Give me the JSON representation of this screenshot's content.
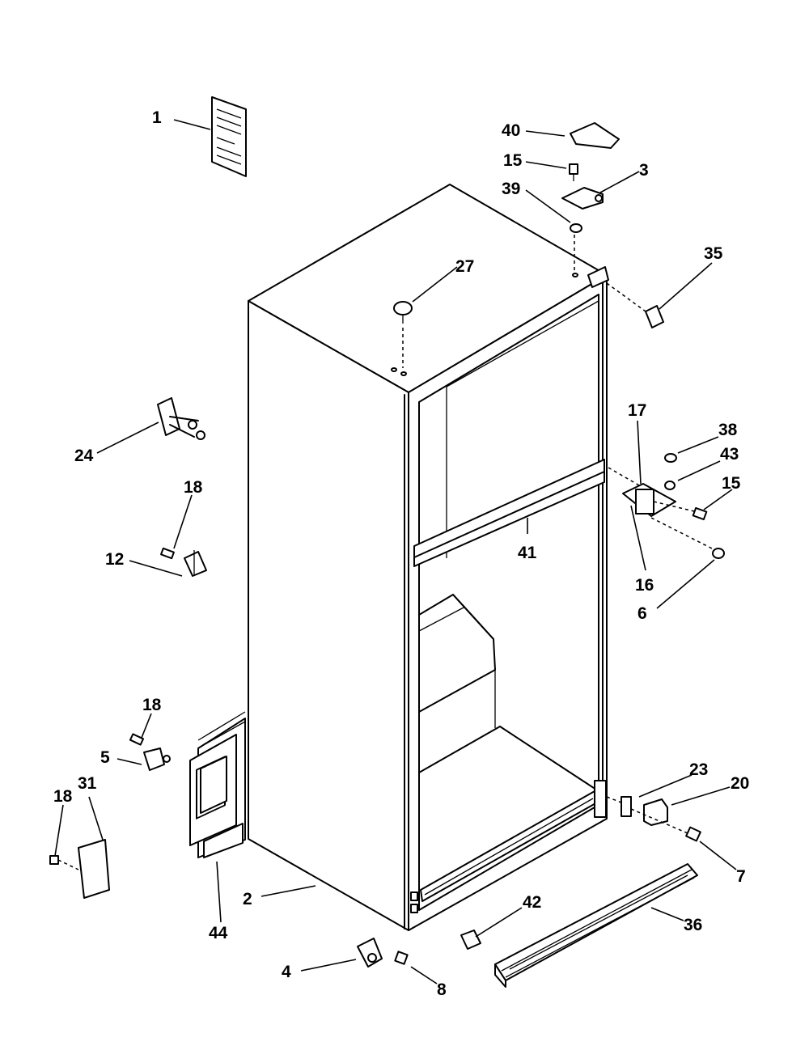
{
  "diagram": {
    "colors": {
      "ink": "#000000",
      "paper": "#ffffff"
    },
    "callouts": [
      {
        "id": "c1",
        "text": "1"
      },
      {
        "id": "c40",
        "text": "40"
      },
      {
        "id": "c15a",
        "text": "15"
      },
      {
        "id": "c3",
        "text": "3"
      },
      {
        "id": "c39",
        "text": "39"
      },
      {
        "id": "c27",
        "text": "27"
      },
      {
        "id": "c35",
        "text": "35"
      },
      {
        "id": "c24",
        "text": "24"
      },
      {
        "id": "c17",
        "text": "17"
      },
      {
        "id": "c38",
        "text": "38"
      },
      {
        "id": "c43",
        "text": "43"
      },
      {
        "id": "c15b",
        "text": "15"
      },
      {
        "id": "c18a",
        "text": "18"
      },
      {
        "id": "c12",
        "text": "12"
      },
      {
        "id": "c41",
        "text": "41"
      },
      {
        "id": "c16",
        "text": "16"
      },
      {
        "id": "c6",
        "text": "6"
      },
      {
        "id": "c18b",
        "text": "18"
      },
      {
        "id": "c5",
        "text": "5"
      },
      {
        "id": "c31",
        "text": "31"
      },
      {
        "id": "c18c",
        "text": "18"
      },
      {
        "id": "c23",
        "text": "23"
      },
      {
        "id": "c20",
        "text": "20"
      },
      {
        "id": "c7",
        "text": "7"
      },
      {
        "id": "c42",
        "text": "42"
      },
      {
        "id": "c36",
        "text": "36"
      },
      {
        "id": "c2",
        "text": "2"
      },
      {
        "id": "c44",
        "text": "44"
      },
      {
        "id": "c4",
        "text": "4"
      },
      {
        "id": "c8",
        "text": "8"
      }
    ]
  }
}
